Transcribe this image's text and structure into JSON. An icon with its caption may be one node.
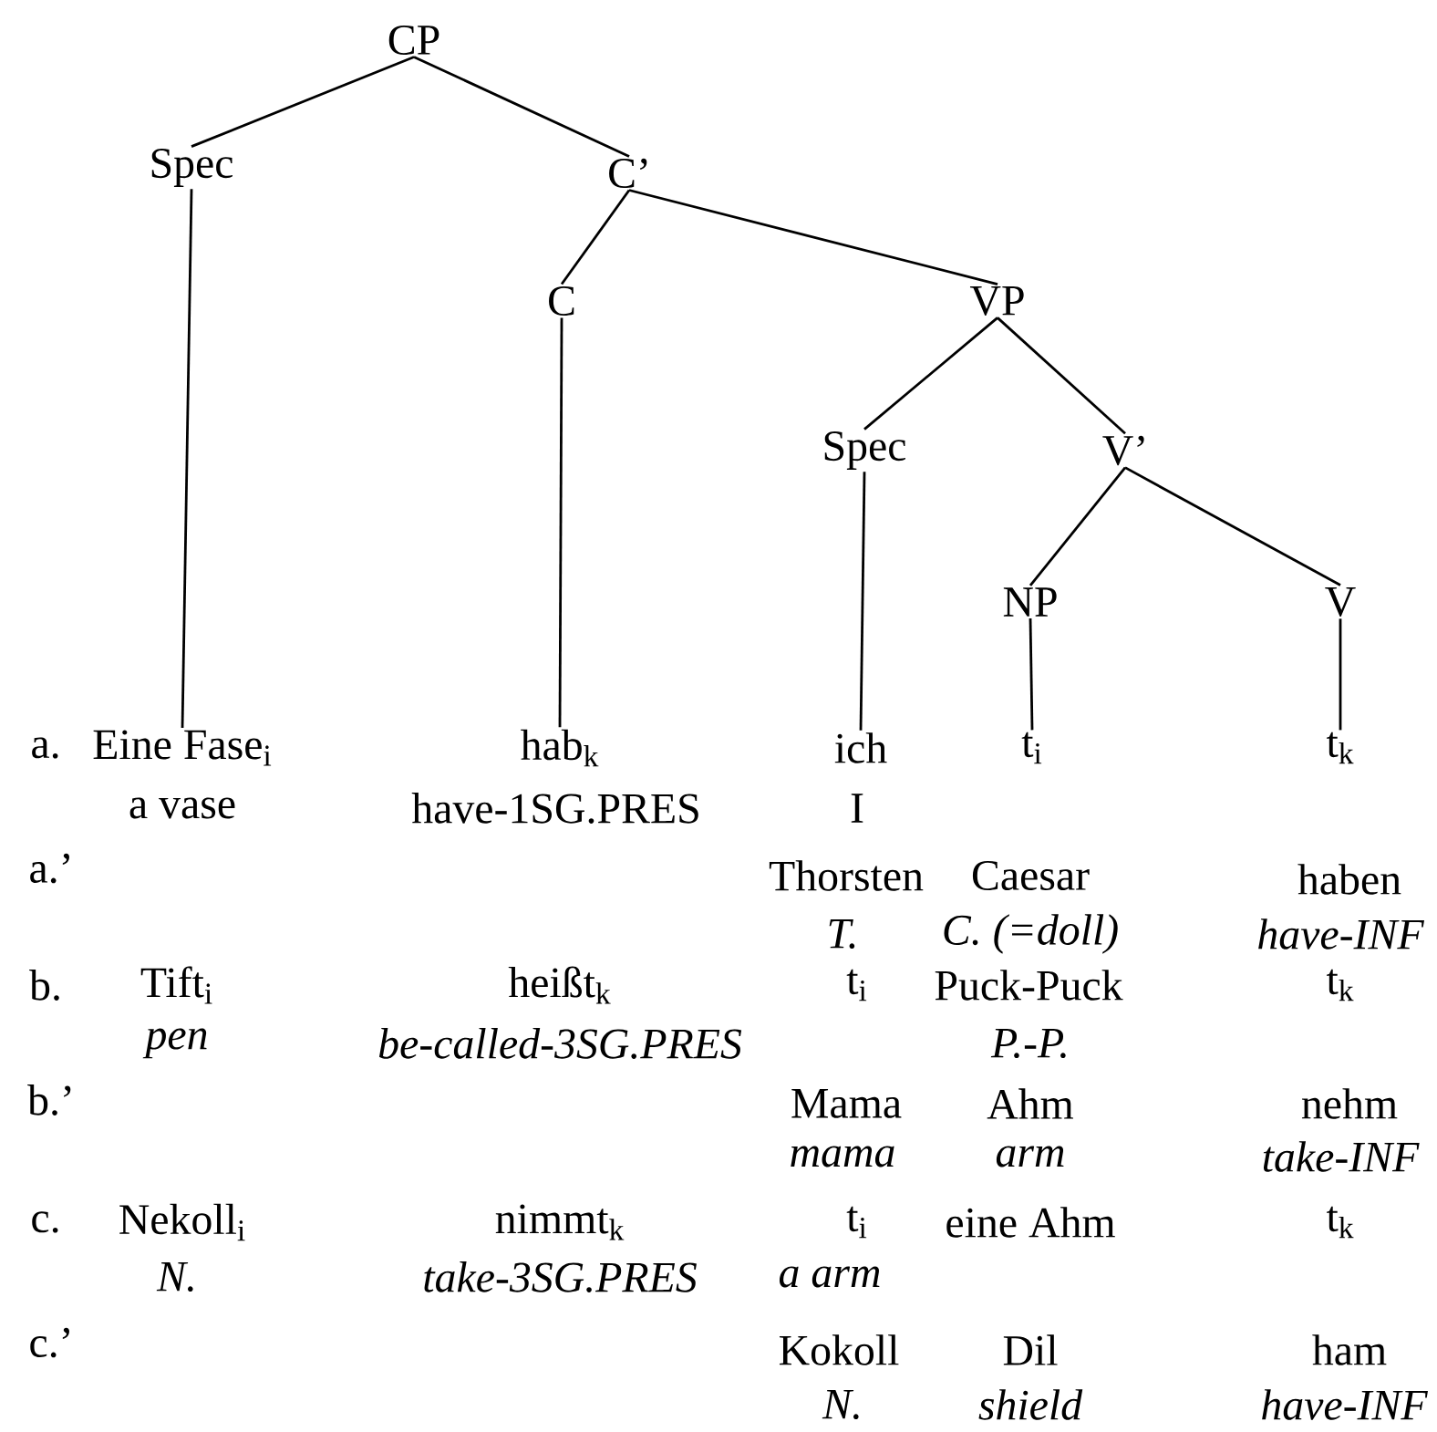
{
  "diagram": {
    "nodes": [
      {
        "text": [
          "CP"
        ]
      },
      {
        "text": [
          "Spec"
        ]
      },
      {
        "text": [
          "C’"
        ]
      },
      {
        "text": [
          "C"
        ]
      },
      {
        "text": [
          "VP"
        ]
      },
      {
        "text": [
          "Spec"
        ]
      },
      {
        "text": [
          "V’"
        ]
      },
      {
        "text": [
          "NP"
        ]
      },
      {
        "text": [
          "V"
        ]
      },
      {
        "text": [
          "Eine Fase$_{i}$"
        ]
      },
      {
        "text": [
          "hab$_{k}$"
        ]
      },
      {
        "text": [
          "ich"
        ]
      },
      {
        "text": [
          "t$_{i}$"
        ]
      },
      {
        "text": [
          "t$_{k}$"
        ]
      }
    ],
    "edges": [
      {
        "from": 0,
        "to": 1,
        "arrow": "none"
      },
      {
        "from": 0,
        "to": 2,
        "arrow": "none"
      },
      {
        "from": 2,
        "to": 3,
        "arrow": "none"
      },
      {
        "from": 2,
        "to": 4,
        "arrow": "none"
      },
      {
        "from": 4,
        "to": 5,
        "arrow": "none"
      },
      {
        "from": 4,
        "to": 6,
        "arrow": "none"
      },
      {
        "from": 6,
        "to": 7,
        "arrow": "none"
      },
      {
        "from": 6,
        "to": 8,
        "arrow": "none"
      },
      {
        "from": 1,
        "to": 9,
        "arrow": "none"
      },
      {
        "from": 3,
        "to": 10,
        "arrow": "none"
      },
      {
        "from": 5,
        "to": 11,
        "arrow": "none"
      },
      {
        "from": 7,
        "to": 12,
        "arrow": "none"
      },
      {
        "from": 8,
        "to": 13,
        "arrow": "none"
      }
    ],
    "labels": [
      "a.",
      "a vase",
      "have-1SG.PRES",
      "I",
      "a.’",
      "Thorsten",
      "Caesar",
      "haben",
      "T.",
      "C. (=doll)",
      "have-INF",
      "b.",
      "Tift$_{i}$",
      "heißt$_{k}$",
      "t$_{i}$",
      "Puck-Puck",
      "t$_{k}$",
      "pen",
      "be-called-3SG.PRES",
      "P.-P.",
      "b.’",
      "Mama",
      "Ahm",
      "nehm",
      "mama",
      "arm",
      "take-INF",
      "c.",
      "Nekoll$_{i}$",
      "nimmt$_{k}$",
      "t$_{i}$",
      "eine Ahm",
      "t$_{k}$",
      "N.",
      "take-3SG.PRES",
      "a arm",
      "c.’",
      "Kokoll",
      "Dil",
      "ham",
      "N.",
      "shield",
      "have-INF"
    ]
  }
}
